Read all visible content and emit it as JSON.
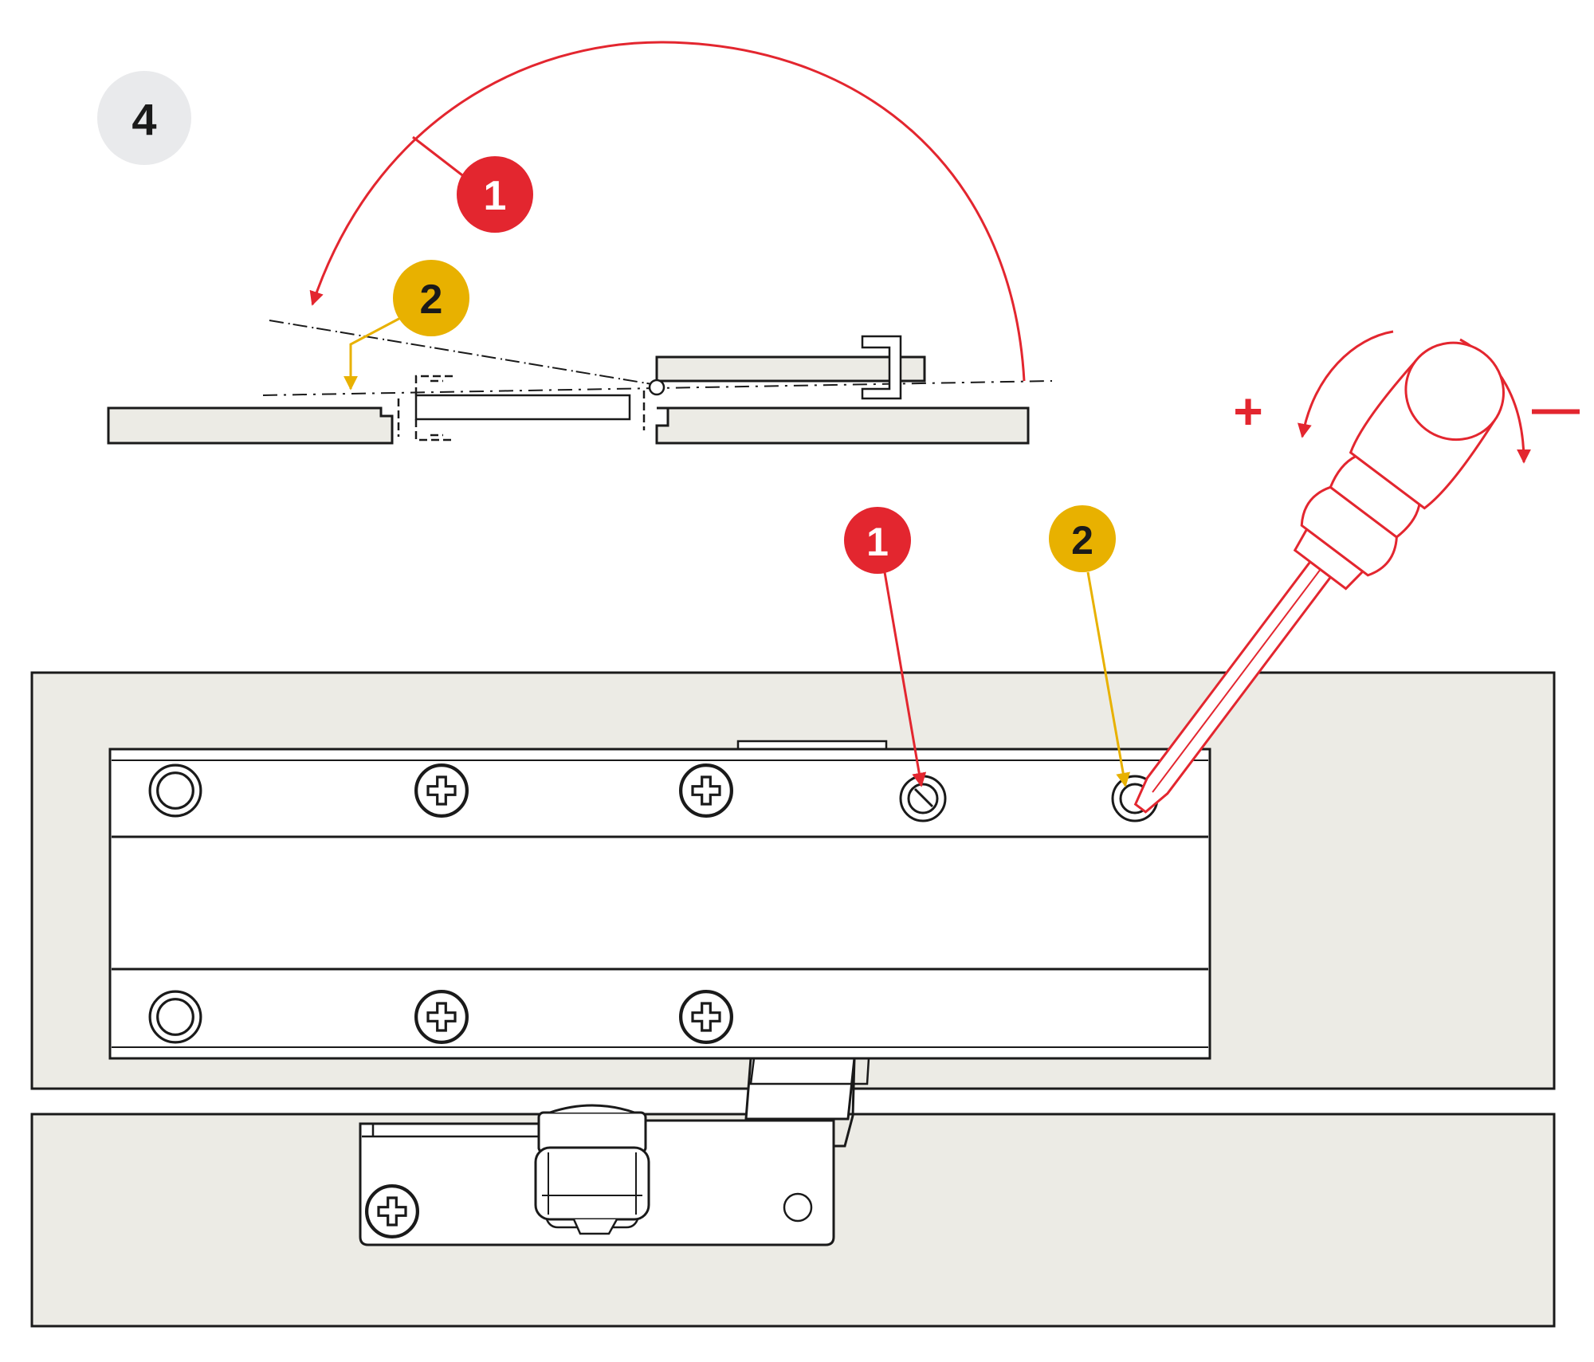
{
  "step": {
    "number": "4"
  },
  "callouts": {
    "angle_red": "1",
    "angle_yellow": "2",
    "screw_red": "1",
    "screw_yellow": "2"
  },
  "rotation": {
    "plus_symbol": "+",
    "minus_symbol": "—"
  },
  "colors": {
    "red": "#e3262f",
    "yellow": "#e8b100",
    "panel": "#ecebe5",
    "line": "#1a1a1a",
    "step_badge": "#e9eaec"
  },
  "icons": {
    "screwdriver": "screwdriver-icon",
    "rotate_ccw": "rotate-ccw-arrow-icon",
    "rotate_cw": "rotate-cw-arrow-icon"
  }
}
